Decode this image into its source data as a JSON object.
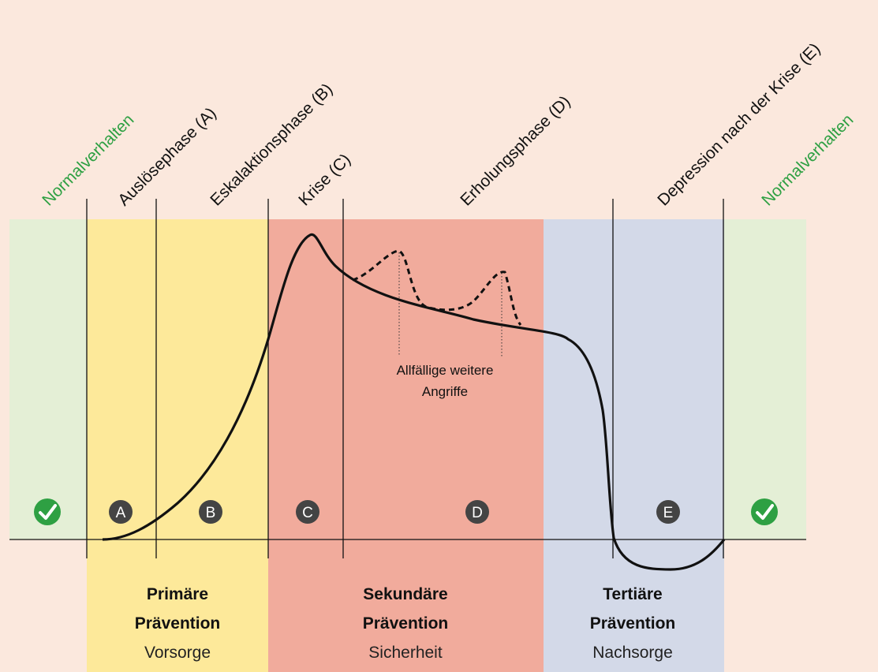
{
  "phases": [
    {
      "label": "Normalverhalten",
      "kind": "normal"
    },
    {
      "label": "Auslösephase (A)",
      "kind": "phase"
    },
    {
      "label": "Eskalaktionsphase (B)",
      "kind": "phase"
    },
    {
      "label": "Krise (C)",
      "kind": "phase"
    },
    {
      "label": "Erholungsphase (D)",
      "kind": "phase"
    },
    {
      "label": "Depression nach der Krise (E)",
      "kind": "phase"
    },
    {
      "label": "Normalverhalten",
      "kind": "normal"
    }
  ],
  "markers": [
    "A",
    "B",
    "C",
    "D",
    "E"
  ],
  "annotation": [
    "Allfällige weitere",
    "Angriffe"
  ],
  "prevention": [
    {
      "title_line1": "Primäre",
      "title_line2": "Prävention",
      "subtitle": "Vorsorge"
    },
    {
      "title_line1": "Sekundäre",
      "title_line2": "Prävention",
      "subtitle": "Sicherheit"
    },
    {
      "title_line1": "Tertiäre",
      "title_line2": "Prävention",
      "subtitle": "Nachsorge"
    }
  ],
  "icons": {
    "check": "check-circle-icon"
  },
  "colors": {
    "background": "#fbe8dd",
    "normal": "#e4efd6",
    "primary": "#fde99a",
    "secondary": "#f1ab9c",
    "tertiary": "#d3d9e8",
    "normal_text": "#2ea043",
    "marker": "#444444",
    "check": "#2ea043"
  }
}
